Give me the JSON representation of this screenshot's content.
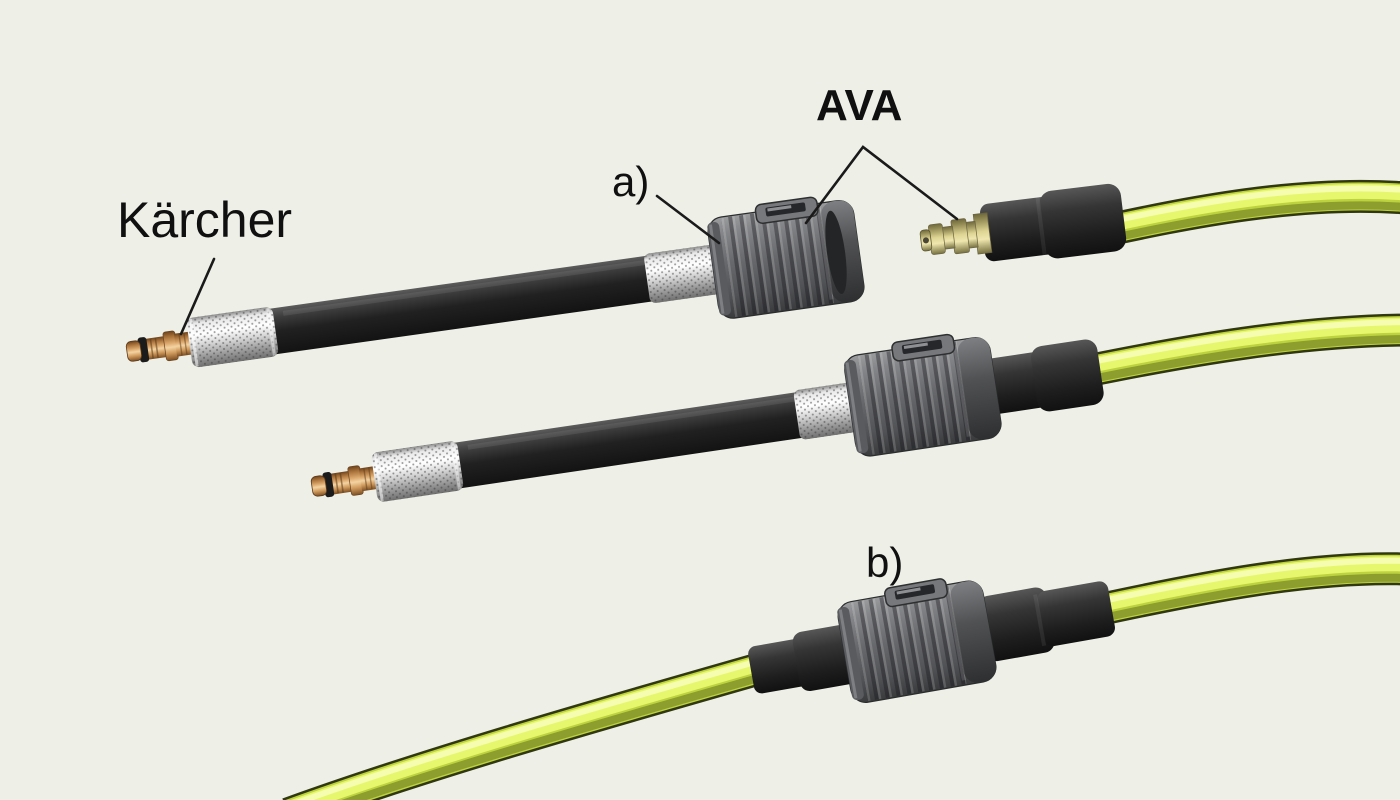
{
  "figure": {
    "background_color": "#eef0e8",
    "labels": {
      "karcher": "Kärcher",
      "ava": "AVA",
      "item_a": "a)",
      "item_b": "b)"
    },
    "colors": {
      "hose_black": "#202020",
      "hose_yellow": "#d7ec52",
      "hose_yellow_highlight": "#f7fdb0",
      "coupling_gray": "#68696c",
      "sleeve_chrome": "#dcdcdc",
      "brass": "#e2b077",
      "pale_brass": "#ded594",
      "leader_line": "#1a1a1a",
      "label_text": "#101010"
    }
  }
}
